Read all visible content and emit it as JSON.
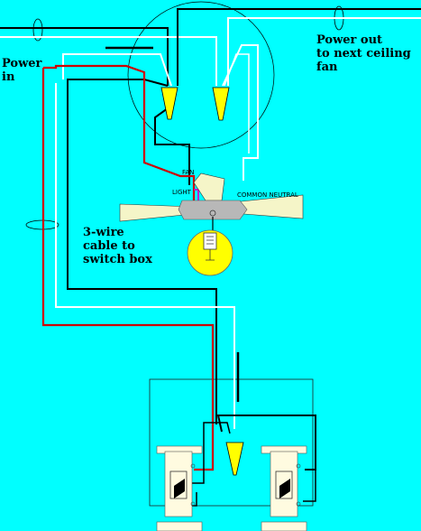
{
  "labels": {
    "power_in": "Power\nin",
    "power_out": "Power out\nto next ceiling\nfan",
    "cable": "3-wire\ncable to\nswitch box",
    "fan": "FAN",
    "light": "LIGHT",
    "common_neutral": "COMMON NEUTRAL"
  },
  "colors": {
    "background": "#00ffff",
    "hot_wire": "#000000",
    "neutral_wire": "#ffffff",
    "red_wire": "#cc0000",
    "light_wire": "#cc00cc",
    "wire_nut": "#ffff00",
    "fan_blade": "#f5f5c8",
    "fan_hub": "#b8b8b8",
    "bulb": "#ffff00"
  }
}
